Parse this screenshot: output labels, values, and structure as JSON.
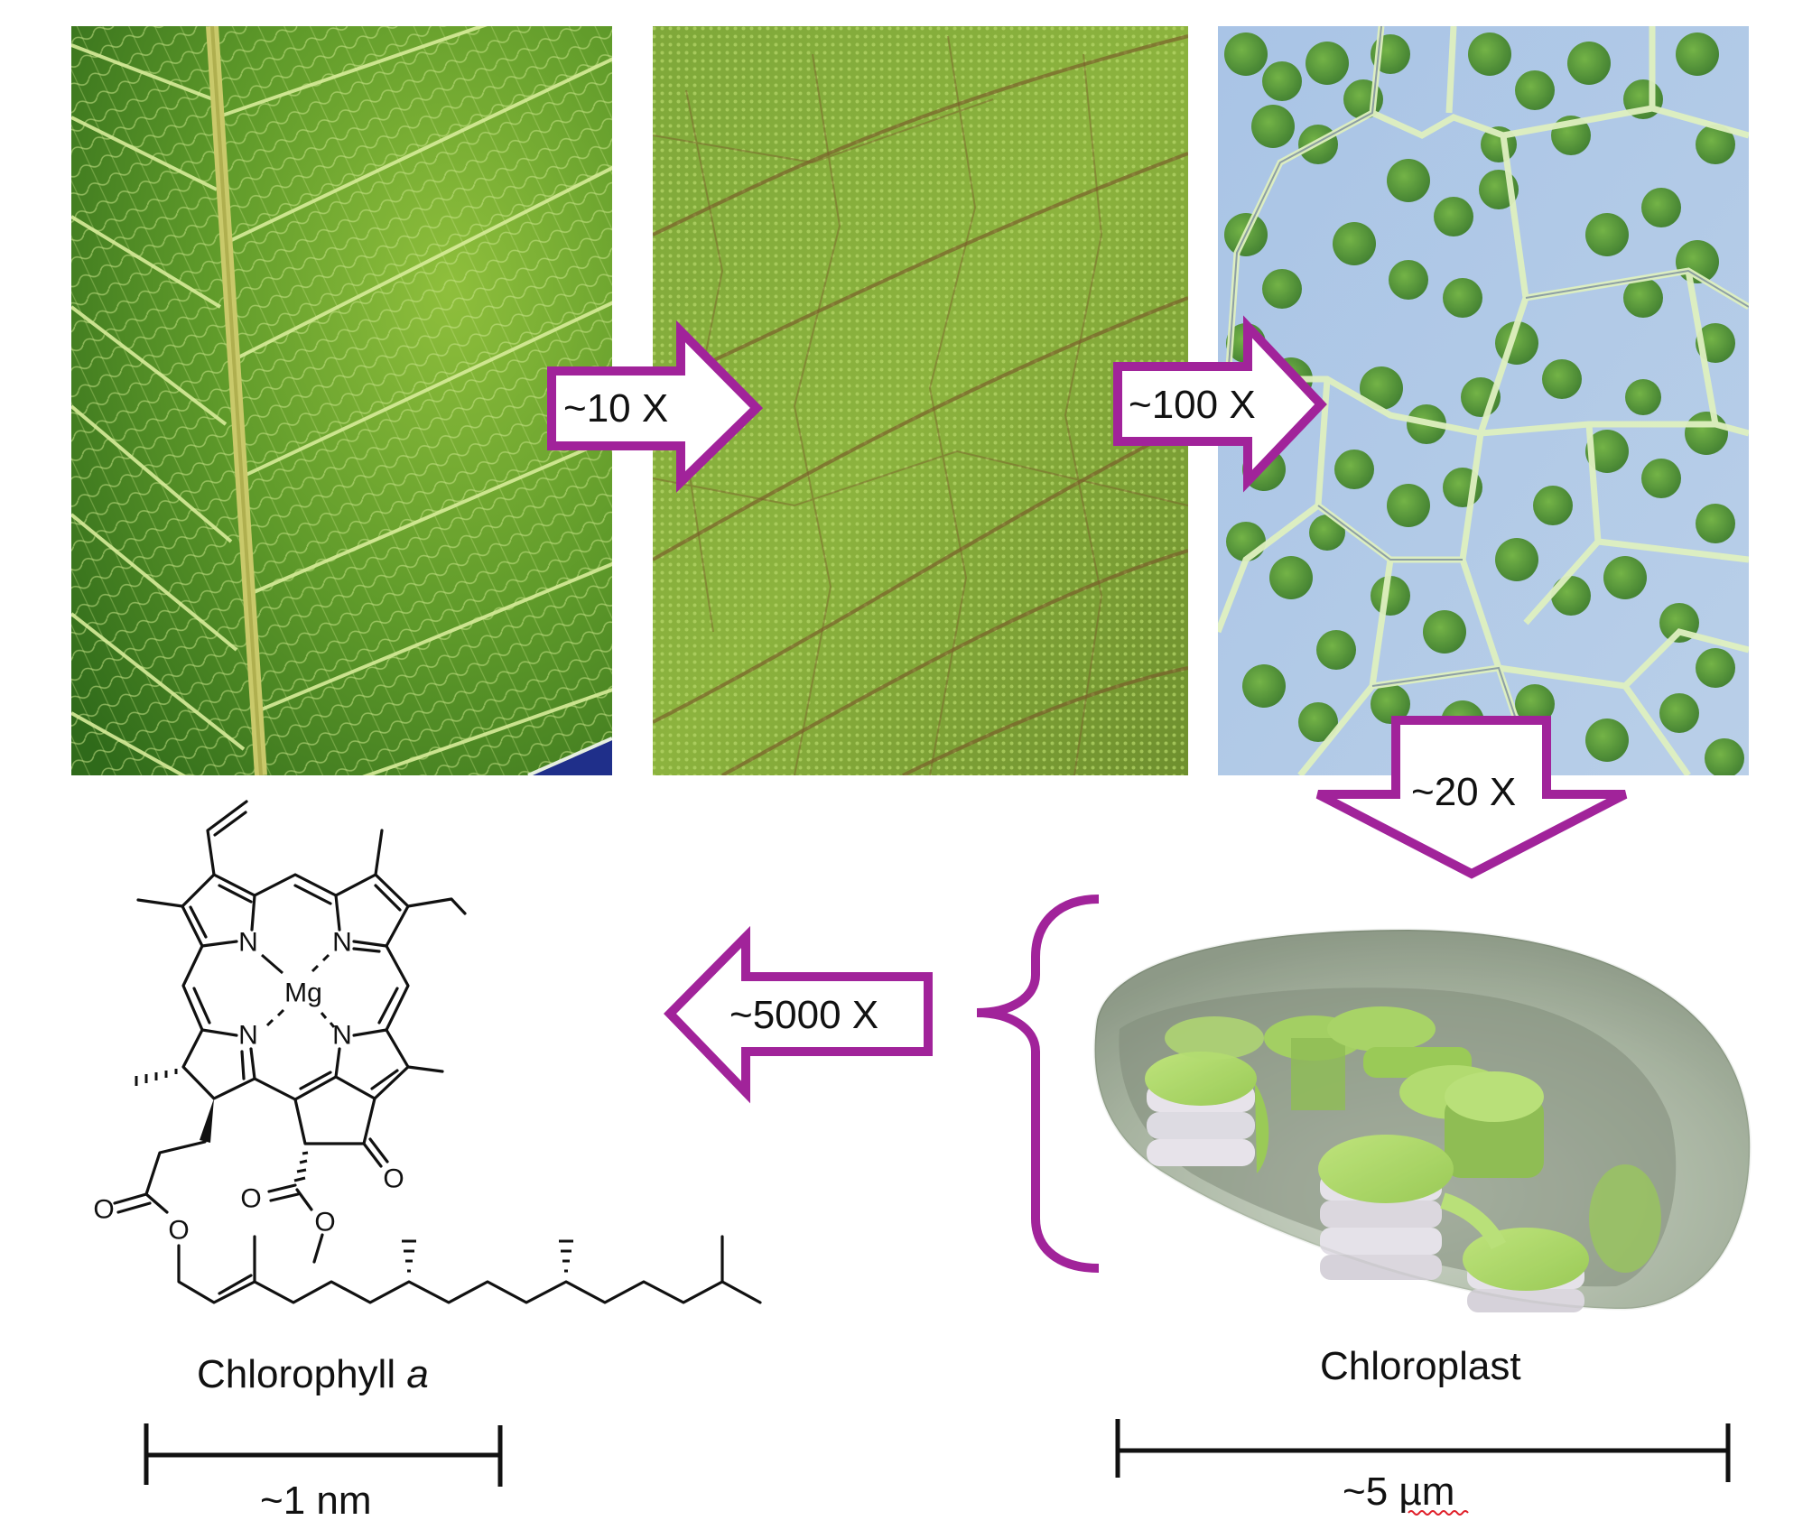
{
  "figure": {
    "accent_color": "#a1239a",
    "panels": [
      {
        "id": "leaf",
        "description": "leaf-venation-photo"
      },
      {
        "id": "leaf-magnified",
        "description": "leaf-surface-10x-photo"
      },
      {
        "id": "cells",
        "description": "plant-cells-with-chloroplasts-micrograph"
      }
    ],
    "arrows": {
      "a1": "~10 X",
      "a2": "~100 X",
      "a3": "~20 X",
      "a4": "~5000 X"
    },
    "molecule": {
      "name": "Chlorophyll ",
      "name_italic": "a",
      "metal": "Mg",
      "nitrogen": "N",
      "oxygen": "O",
      "scale_label": "~1 nm"
    },
    "chloroplast": {
      "name": "Chloroplast",
      "scale_label_prefix": "~5 ",
      "scale_label_unit": "µm"
    }
  }
}
